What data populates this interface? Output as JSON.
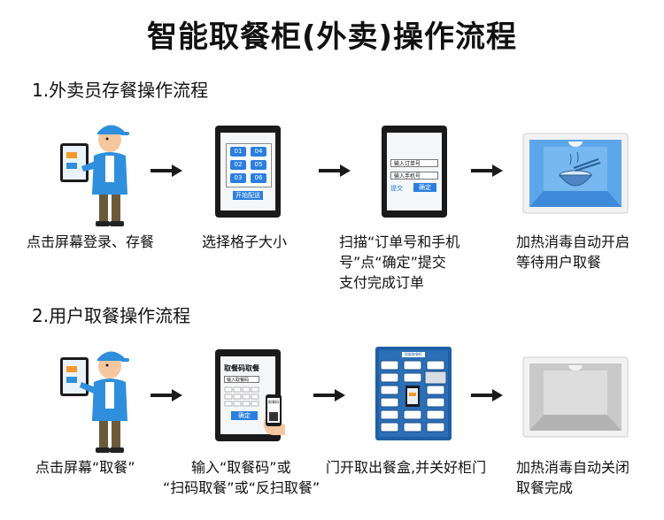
{
  "title": "智能取餐柜(外卖)操作流程",
  "section1": {
    "heading": "1.外卖员存餐操作流程",
    "steps": [
      {
        "caption": "点击屏幕登录、存餐"
      },
      {
        "caption": "选择格子大小",
        "grid": [
          "01",
          "04",
          "02",
          "05",
          "03",
          "06"
        ],
        "button": "开始配送"
      },
      {
        "caption_lines": [
          "扫描“订单号和手机",
          "号”点“确定”提交",
          "支付完成订单"
        ],
        "input1": "输入订单号",
        "input2": "输入手机号",
        "left_btn": "提交",
        "right_btn": "确定"
      },
      {
        "caption_lines": [
          "加热消毒自动开启",
          "等待用户取餐"
        ]
      }
    ]
  },
  "section2": {
    "heading": "2.用户取餐操作流程",
    "steps": [
      {
        "caption": "点击屏幕“取餐”"
      },
      {
        "caption_lines": [
          "输入“取餐码”或",
          "“扫码取餐”或“反扫取餐”"
        ],
        "screen_title": "取餐码取餐",
        "input": "输入取餐码",
        "button": "确定",
        "phone_text": "取餐码"
      },
      {
        "caption": "门开取出餐盒,并关好柜门",
        "cabinet_label": "智能取餐柜"
      },
      {
        "caption_lines": [
          "加热消毒自动关闭",
          "取餐完成"
        ]
      }
    ]
  },
  "colors": {
    "accent_blue": "#2a7fe0",
    "cap_blue": "#2f8fdc",
    "frame": "#1a1a1a",
    "arrow": "#1a1a1a"
  }
}
